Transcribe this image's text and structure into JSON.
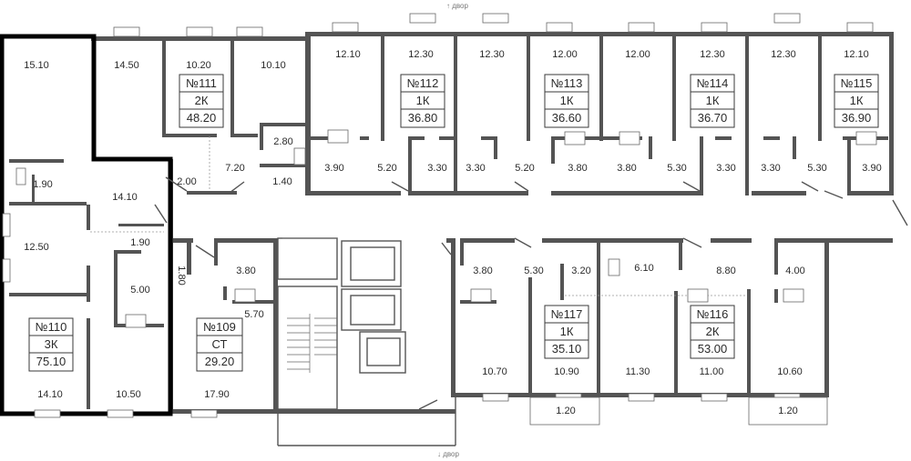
{
  "directions": {
    "top": "↑ двор",
    "bottom": "↓ двор"
  },
  "colors": {
    "wall": "#545454",
    "highlight": "#000000",
    "text": "#2b2b2b",
    "background": "#ffffff"
  },
  "highlighted_apartment": "№110",
  "apartments": [
    {
      "id": "apt-111",
      "number": "№111",
      "type": "2К",
      "area": "48.20"
    },
    {
      "id": "apt-112",
      "number": "№112",
      "type": "1К",
      "area": "36.80"
    },
    {
      "id": "apt-113",
      "number": "№113",
      "type": "1К",
      "area": "36.60"
    },
    {
      "id": "apt-114",
      "number": "№114",
      "type": "1К",
      "area": "36.70"
    },
    {
      "id": "apt-115",
      "number": "№115",
      "type": "1К",
      "area": "36.90"
    },
    {
      "id": "apt-110",
      "number": "№110",
      "type": "3К",
      "area": "75.10"
    },
    {
      "id": "apt-109",
      "number": "№109",
      "type": "СТ",
      "area": "29.20"
    },
    {
      "id": "apt-117",
      "number": "№117",
      "type": "1К",
      "area": "35.10"
    },
    {
      "id": "apt-116",
      "number": "№116",
      "type": "2К",
      "area": "53.00"
    }
  ],
  "room_areas": [
    "15.10",
    "14.50",
    "10.20",
    "10.10",
    "12.10",
    "12.30",
    "12.30",
    "12.00",
    "12.00",
    "12.30",
    "12.30",
    "12.10",
    "2.80",
    "7.20",
    "2.00",
    "1.40",
    "3.90",
    "5.20",
    "3.30",
    "3.30",
    "5.20",
    "3.80",
    "3.80",
    "5.30",
    "3.30",
    "3.30",
    "5.30",
    "3.90",
    "1.90",
    "14.10",
    "12.50",
    "1.90",
    "5.00",
    "1.80",
    "14.10",
    "10.50",
    "3.80",
    "5.70",
    "17.90",
    "3.80",
    "5.30",
    "3.20",
    "6.10",
    "8.80",
    "4.00",
    "10.70",
    "10.90",
    "11.30",
    "11.00",
    "10.60",
    "1.20",
    "1.20"
  ]
}
